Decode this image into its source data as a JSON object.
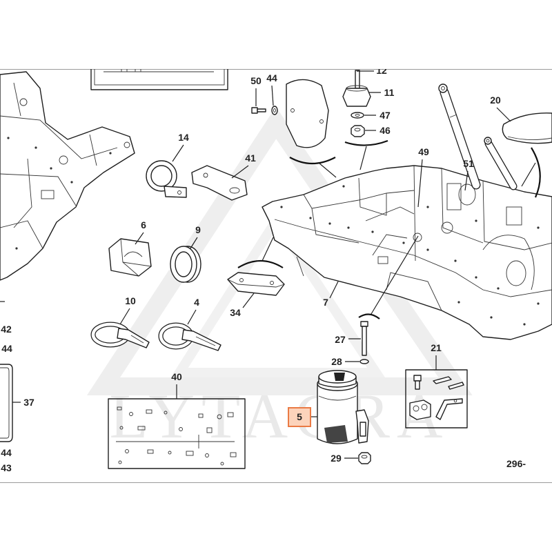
{
  "watermark": "LYTAGRA",
  "colors": {
    "line": "#1e1e1e",
    "watermark": "#e9e9e9",
    "highlight_fill": "#fcd3bb",
    "highlight_border": "#ea7a44"
  },
  "diagram": {
    "page_reference": "296-",
    "callouts": [
      {
        "label": "12"
      },
      {
        "label": "50"
      },
      {
        "label": "44"
      },
      {
        "label": "11"
      },
      {
        "label": "47"
      },
      {
        "label": "46"
      },
      {
        "label": "20"
      },
      {
        "label": "14"
      },
      {
        "label": "41"
      },
      {
        "label": "49"
      },
      {
        "label": "51"
      },
      {
        "label": "6"
      },
      {
        "label": "9"
      },
      {
        "label": "10"
      },
      {
        "label": "4"
      },
      {
        "label": "34"
      },
      {
        "label": "7"
      },
      {
        "label": "27"
      },
      {
        "label": "28"
      },
      {
        "label": "21"
      },
      {
        "label": "40"
      },
      {
        "label": "5",
        "highlighted": true
      },
      {
        "label": "29"
      },
      {
        "label": "42"
      },
      {
        "label": "44"
      },
      {
        "label": "37"
      },
      {
        "label": "44"
      },
      {
        "label": "43"
      }
    ]
  }
}
